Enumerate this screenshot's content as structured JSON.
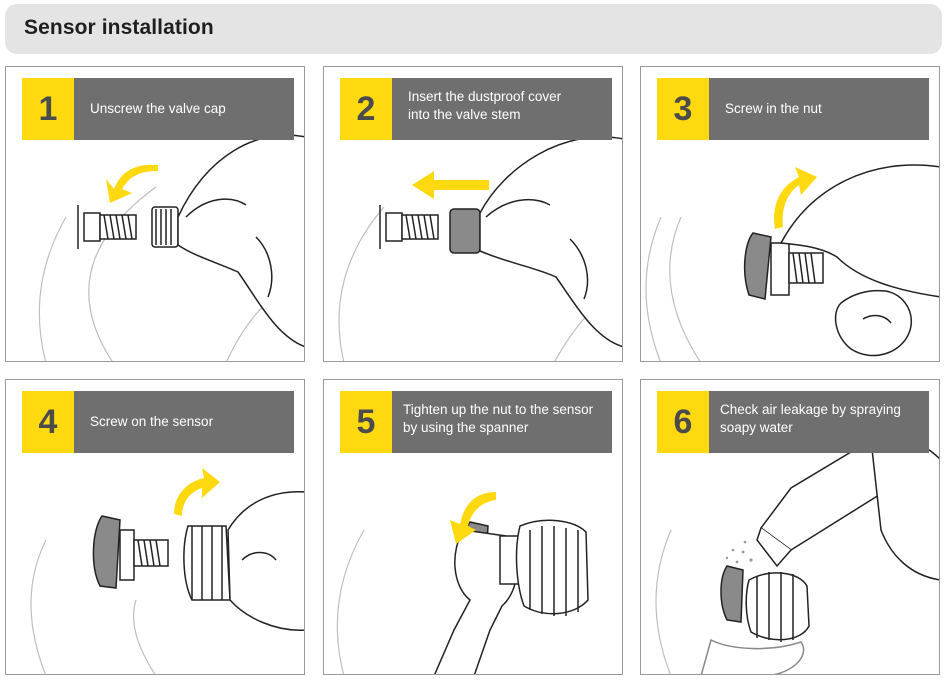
{
  "header": {
    "title": "Sensor installation"
  },
  "steps": [
    {
      "number": "1",
      "text": "Unscrew the valve cap"
    },
    {
      "number": "2",
      "text": "Insert the dustproof cover\ninto the valve stem"
    },
    {
      "number": "3",
      "text": "Screw in the nut"
    },
    {
      "number": "4",
      "text": "Screw on the sensor"
    },
    {
      "number": "5",
      "text": "Tighten up the nut to the sensor\nby using the spanner"
    },
    {
      "number": "6",
      "text": "Check air leakage by spraying\nsoapy water"
    }
  ],
  "colors": {
    "accent_yellow": "#ffd90f",
    "step_bar_gray": "#6f6f6f",
    "header_gray": "#e4e4e4",
    "cap_gray": "#8a8a8a"
  }
}
